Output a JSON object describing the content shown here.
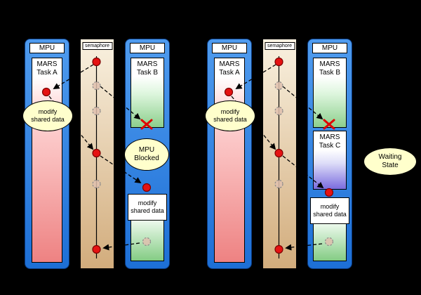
{
  "colors": {
    "background": "#000000",
    "mpu_blue": "#2f7de1",
    "semaphore_tan": "#d2ac7c",
    "task_a_red": "#ee8282",
    "task_b_green": "#8ccf8c",
    "task_c_purple": "#7b6cdf",
    "ellipse_yellow": "#ffffcc",
    "event_dot_red": "#e51212",
    "blocked_cross_red": "#e00000"
  },
  "left": {
    "mpu1_label": "MPU",
    "task_a_label": "MARS Task A",
    "semaphore_label": "semaphore",
    "mpu2_label": "MPU",
    "task_b_label": "MARS Task B",
    "modify_ellipse": "modify shared data",
    "blocked_ellipse": "MPU Blocked",
    "modify_box": "modify shared data"
  },
  "right": {
    "mpu1_label": "MPU",
    "task_a_label": "MARS Task A",
    "semaphore_label": "semaphore",
    "mpu2_label": "MPU",
    "task_b_label": "MARS Task B",
    "task_c_label": "MARS Task C",
    "modify_ellipse": "modify shared data",
    "modify_box": "modify shared data",
    "waiting_ellipse": "Waiting State"
  }
}
